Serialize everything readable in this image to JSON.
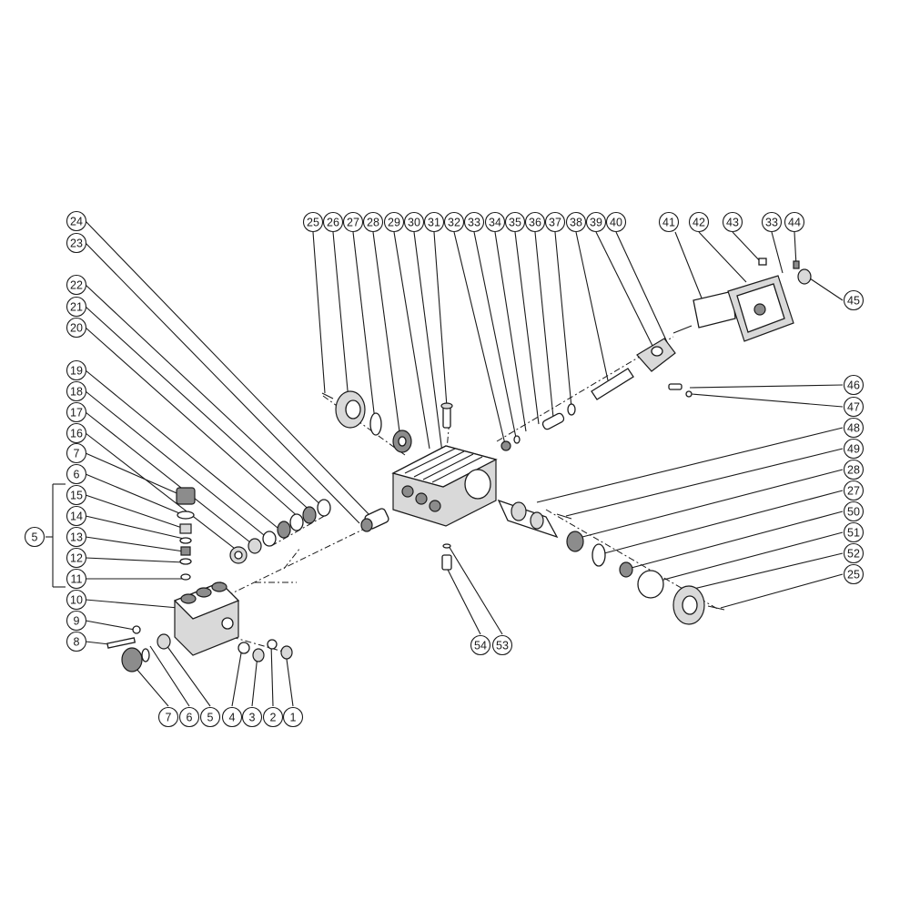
{
  "diagram": {
    "callouts": [
      {
        "id": "c24a",
        "label": "24"
      },
      {
        "id": "c23",
        "label": "23"
      },
      {
        "id": "c22",
        "label": "22"
      },
      {
        "id": "c21",
        "label": "21"
      },
      {
        "id": "c20",
        "label": "20"
      },
      {
        "id": "c19",
        "label": "19"
      },
      {
        "id": "c18",
        "label": "18"
      },
      {
        "id": "c17",
        "label": "17"
      },
      {
        "id": "c16",
        "label": "16"
      },
      {
        "id": "c7a",
        "label": "7"
      },
      {
        "id": "c6a",
        "label": "6"
      },
      {
        "id": "c15",
        "label": "15"
      },
      {
        "id": "c14",
        "label": "14"
      },
      {
        "id": "c13",
        "label": "13"
      },
      {
        "id": "c12",
        "label": "12"
      },
      {
        "id": "c11",
        "label": "11"
      },
      {
        "id": "c10",
        "label": "10"
      },
      {
        "id": "c9",
        "label": "9"
      },
      {
        "id": "c8",
        "label": "8"
      },
      {
        "id": "c5grp",
        "label": "5"
      },
      {
        "id": "c7b",
        "label": "7"
      },
      {
        "id": "c6b",
        "label": "6"
      },
      {
        "id": "c5b",
        "label": "5"
      },
      {
        "id": "c4",
        "label": "4"
      },
      {
        "id": "c3",
        "label": "3"
      },
      {
        "id": "c2",
        "label": "2"
      },
      {
        "id": "c1",
        "label": "1"
      },
      {
        "id": "c25a",
        "label": "25"
      },
      {
        "id": "c26",
        "label": "26"
      },
      {
        "id": "c27a",
        "label": "27"
      },
      {
        "id": "c28a",
        "label": "28"
      },
      {
        "id": "c29",
        "label": "29"
      },
      {
        "id": "c30",
        "label": "30"
      },
      {
        "id": "c31",
        "label": "31"
      },
      {
        "id": "c32",
        "label": "32"
      },
      {
        "id": "c33a",
        "label": "33"
      },
      {
        "id": "c34",
        "label": "34"
      },
      {
        "id": "c35",
        "label": "35"
      },
      {
        "id": "c36",
        "label": "36"
      },
      {
        "id": "c37",
        "label": "37"
      },
      {
        "id": "c38",
        "label": "38"
      },
      {
        "id": "c39",
        "label": "39"
      },
      {
        "id": "c40",
        "label": "40"
      },
      {
        "id": "c41",
        "label": "41"
      },
      {
        "id": "c42",
        "label": "42"
      },
      {
        "id": "c43",
        "label": "43"
      },
      {
        "id": "c33b",
        "label": "33"
      },
      {
        "id": "c44",
        "label": "44"
      },
      {
        "id": "c45",
        "label": "45"
      },
      {
        "id": "c46",
        "label": "46"
      },
      {
        "id": "c47",
        "label": "47"
      },
      {
        "id": "c48",
        "label": "48"
      },
      {
        "id": "c49",
        "label": "49"
      },
      {
        "id": "c28b",
        "label": "28"
      },
      {
        "id": "c27b",
        "label": "27"
      },
      {
        "id": "c50",
        "label": "50"
      },
      {
        "id": "c51",
        "label": "51"
      },
      {
        "id": "c52",
        "label": "52"
      },
      {
        "id": "c25b",
        "label": "25"
      },
      {
        "id": "c54",
        "label": "54"
      },
      {
        "id": "c53",
        "label": "53"
      }
    ]
  }
}
